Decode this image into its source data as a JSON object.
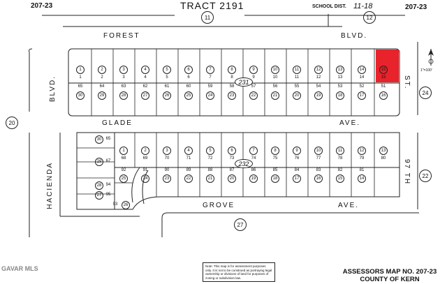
{
  "header": {
    "map_ref_left": "207-23",
    "map_ref_right": "207-23",
    "tract": "TRACT 2191",
    "school_dist_label": "SCHOOL DIST.",
    "school_dist_value": "11-18",
    "top_circle_a": "11",
    "top_circle_b": "12"
  },
  "streets": {
    "forest": "FOREST",
    "forest_blvd": "BLVD.",
    "glade": "GLADE",
    "glade_ave": "AVE.",
    "grove": "GROVE",
    "grove_ave": "AVE.",
    "hacienda": "HACIENDA",
    "hacienda_blvd": "BLVD.",
    "st": "ST.",
    "ninety_seventh": "97 TH"
  },
  "blocks": {
    "b231": "231",
    "b232": "232"
  },
  "adjacent_pages": {
    "left": "20",
    "right_top": "24",
    "right_bottom": "22",
    "bottom": "27"
  },
  "block231": {
    "top_parcels": [
      "1",
      "2",
      "3",
      "4",
      "5",
      "6",
      "7",
      "8",
      "9",
      "10",
      "11",
      "12",
      "13",
      "14",
      "15"
    ],
    "top_lots": [
      "1",
      "2",
      "3",
      "4",
      "5",
      "6",
      "7",
      "8",
      "9",
      "10",
      "11",
      "12",
      "13",
      "14",
      "15"
    ],
    "bottom_parcels": [
      "30",
      "29",
      "28",
      "27",
      "26",
      "25",
      "24",
      "23",
      "22",
      "21",
      "20",
      "19",
      "18",
      "17",
      "16"
    ],
    "bottom_lots": [
      "65",
      "64",
      "63",
      "62",
      "61",
      "60",
      "59",
      "58",
      "57",
      "56",
      "55",
      "54",
      "53",
      "52",
      "51"
    ]
  },
  "block232": {
    "top_parcels": [
      "1",
      "2",
      "3",
      "4",
      "5",
      "6",
      "7",
      "8",
      "9",
      "10",
      "11",
      "12",
      "13"
    ],
    "top_lots": [
      "68",
      "69",
      "70",
      "71",
      "72",
      "73",
      "74",
      "75",
      "76",
      "77",
      "78",
      "79",
      "80"
    ],
    "bottom_parcels": [
      "25",
      "24",
      "23",
      "22",
      "21",
      "20",
      "19",
      "18",
      "17",
      "16",
      "15",
      "14"
    ],
    "bottom_lots": [
      "92",
      "91",
      "90",
      "89",
      "88",
      "87",
      "86",
      "85",
      "84",
      "83",
      "82",
      "81"
    ],
    "left_parcels": [
      "30",
      "29",
      "28",
      "27",
      "26"
    ],
    "left_lots": [
      "65",
      "67",
      "94",
      "95",
      "93"
    ]
  },
  "highlight": {
    "color": "#e8232b",
    "parcel": "15"
  },
  "north_arrow": {
    "scale": "1\"=100'"
  },
  "disclaimer": "Note: This map is for assessment purposes only. It is not to be construed as portraying legal ownership or divisions of land for purposes of zoning or subdivision law.",
  "footer": {
    "line1": "ASSESSORS MAP NO. 207-23",
    "line2": "COUNTY OF KERN"
  },
  "watermark": "GAVAR MLS"
}
